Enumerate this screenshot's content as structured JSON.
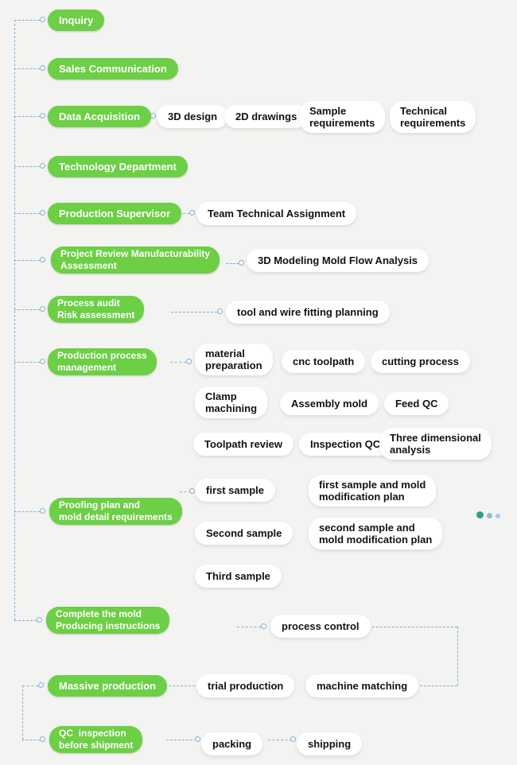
{
  "colors": {
    "green": "#6ccf45",
    "line": "#7fb0d6",
    "pill_text": "#ffffff",
    "sub_text": "#121212",
    "bg": "#f3f3f1",
    "dot1": "#2f9e89",
    "dot2": "#8fb9d8",
    "dot3": "#a9c9e2"
  },
  "stages": {
    "inquiry": "Inquiry",
    "sales_communication": "Sales Communication",
    "data_acquisition": "Data Acquisition",
    "technology_department": "Technology Department",
    "production_supervisor": "Production Supervisor",
    "project_review": "Project Review Manufacturability\nAssessment",
    "process_audit": "Process audit\nRisk assessment",
    "production_process": "Production process\nmanagement",
    "proofing_plan": "Proofing plan and\nmold detail requirements",
    "complete_mold": "Complete the mold\nProducing instructions",
    "massive_production": "Massive production",
    "qc_inspection": "QC  inspection\nbefore shipment"
  },
  "subs": {
    "design_3d": "3D design",
    "drawings_2d": "2D drawings",
    "sample_requirements": "Sample\nrequirements",
    "technical_requirements": "Technical\nrequirements",
    "team_assignment": "Team Technical Assignment",
    "mold_flow": "3D Modeling Mold Flow Analysis",
    "tool_wire": "tool and wire fitting planning",
    "material_preparation": "material\npreparation",
    "cnc_toolpath": "cnc toolpath",
    "cutting_process": "cutting process",
    "clamp_machining": "Clamp\nmachining",
    "assembly_mold": "Assembly mold",
    "feed_qc": "Feed QC",
    "toolpath_review": "Toolpath review",
    "inspection_qc": "Inspection QC",
    "three_dimensional": "Three dimensional\nanalysis",
    "first_sample": "first sample",
    "first_sample_plan": "first sample and mold\nmodification plan",
    "second_sample": "Second sample",
    "second_sample_plan": "second sample and\nmold modification plan",
    "third_sample": "Third sample",
    "process_control": "process control",
    "trial_production": "trial production",
    "machine_matching": "machine matching",
    "packing": "packing",
    "shipping": "shipping"
  }
}
